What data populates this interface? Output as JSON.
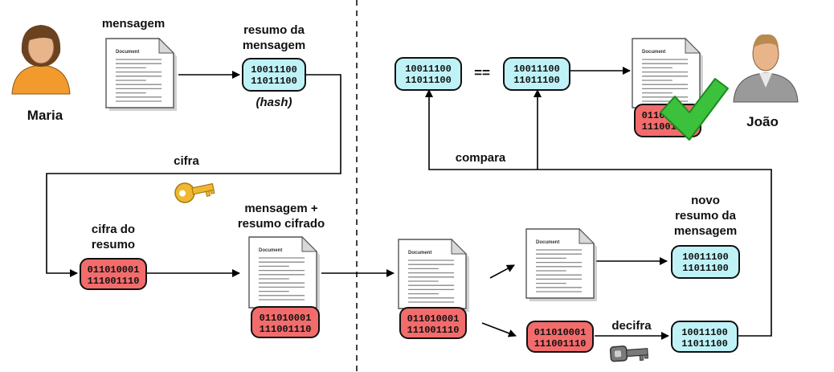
{
  "people": {
    "sender": "Maria",
    "receiver": "João"
  },
  "labels": {
    "message": "mensagem",
    "digest": "resumo da\nmensagem",
    "hash": "(hash)",
    "encrypt": "cifra",
    "encrypted_digest": "cifra do\nresumo",
    "message_plus_digest": "mensagem +\nresumo cifrado",
    "compare": "compara",
    "equals": "==",
    "new_digest": "novo\nresumo da\nmensagem",
    "decrypt": "decifra",
    "document": "Document"
  },
  "bits": {
    "hash": [
      "10011100",
      "11011100"
    ],
    "cipher": [
      "011010001",
      "111001110"
    ]
  },
  "colors": {
    "hash_fill": "#bff2f7",
    "cipher_fill": "#f26c6c",
    "skin": "#e8b48a",
    "maria_shirt": "#f29a2e",
    "joao_shirt": "#9a9a9a",
    "check": "#3cc13c",
    "key_gold": "#f0b830",
    "key_gray": "#7a7a7a"
  },
  "icons": {
    "sender_avatar": "person-female-icon",
    "receiver_avatar": "person-male-icon",
    "document": "document-icon",
    "key_encrypt": "gold-key-icon",
    "key_decrypt": "gray-key-icon",
    "valid": "checkmark-icon"
  }
}
